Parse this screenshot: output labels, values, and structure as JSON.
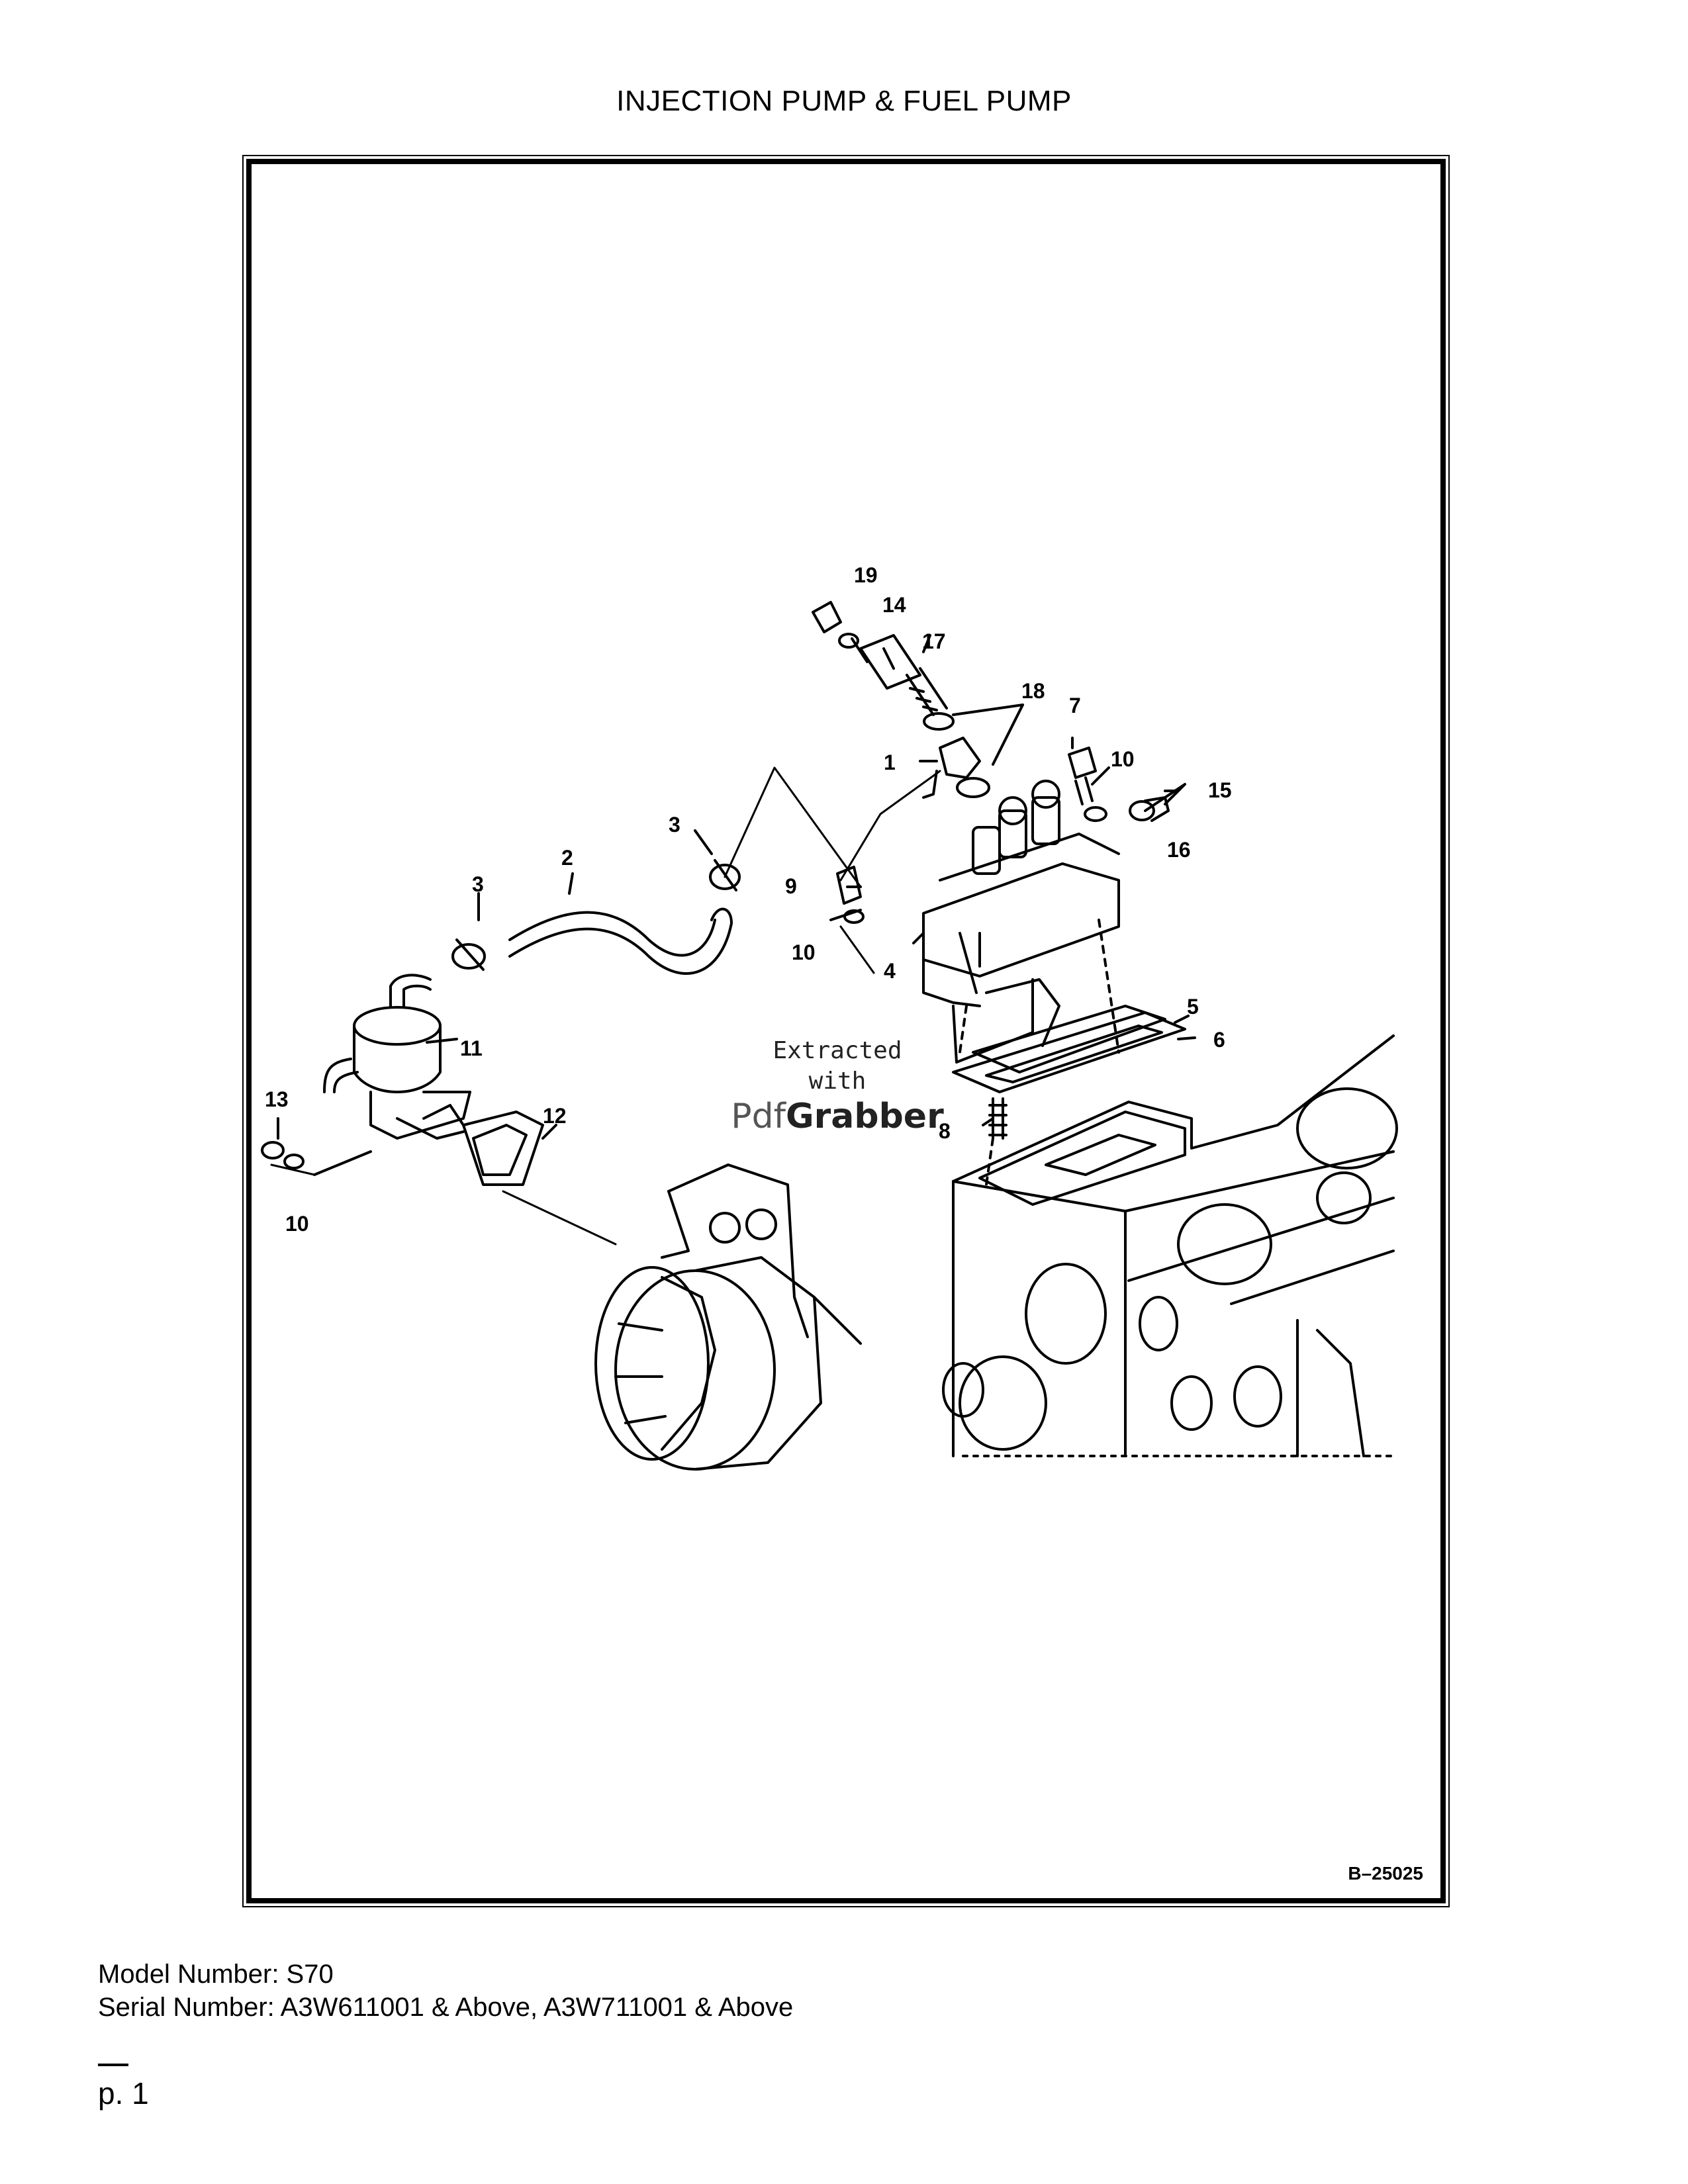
{
  "page": {
    "title": "INJECTION PUMP & FUEL PUMP",
    "figure_id": "B–25025",
    "model_number": "Model Number: S70",
    "serial_number": "Serial Number: A3W611001 & Above, A3W711001 & Above",
    "page_number": "p. 1"
  },
  "watermark": {
    "line1": "Extracted",
    "line2": "with",
    "brand_a": "Pdf",
    "brand_b": "Grabber"
  },
  "callouts": {
    "c1": "1",
    "c2": "2",
    "c3a": "3",
    "c3b": "3",
    "c4": "4",
    "c5": "5",
    "c6": "6",
    "c7": "7",
    "c8": "8",
    "c9": "9",
    "c10a": "10",
    "c10b": "10",
    "c10c": "10",
    "c11": "11",
    "c12": "12",
    "c13": "13",
    "c14": "14",
    "c15": "15",
    "c16": "16",
    "c17": "17",
    "c18": "18",
    "c19": "19"
  },
  "colors": {
    "ink": "#000000",
    "paper": "#ffffff"
  }
}
